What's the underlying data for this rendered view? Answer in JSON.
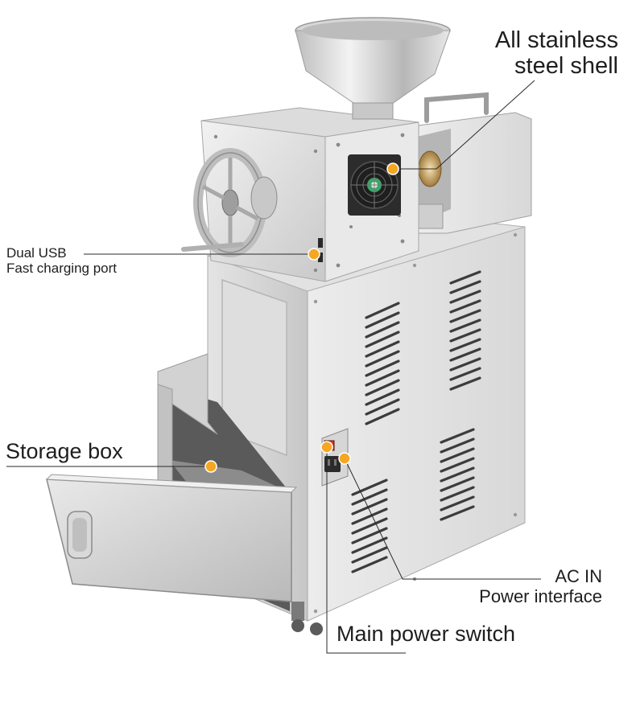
{
  "annotations": {
    "shell": {
      "line1": "All stainless",
      "line2": "steel shell"
    },
    "usb": {
      "line1": "Dual USB",
      "line2": "Fast charging port"
    },
    "storage": {
      "text": "Storage box"
    },
    "ac": {
      "line1": "AC IN",
      "line2": "Power interface"
    },
    "switch": {
      "text": "Main power switch"
    }
  },
  "colors": {
    "marker": "#f5a623",
    "leader_line": "#2a2a2a",
    "steel_light": "#f2f2f2",
    "steel_mid": "#cfcfcf",
    "steel_dark": "#8e8e8e",
    "switch_red": "#e0312b"
  }
}
